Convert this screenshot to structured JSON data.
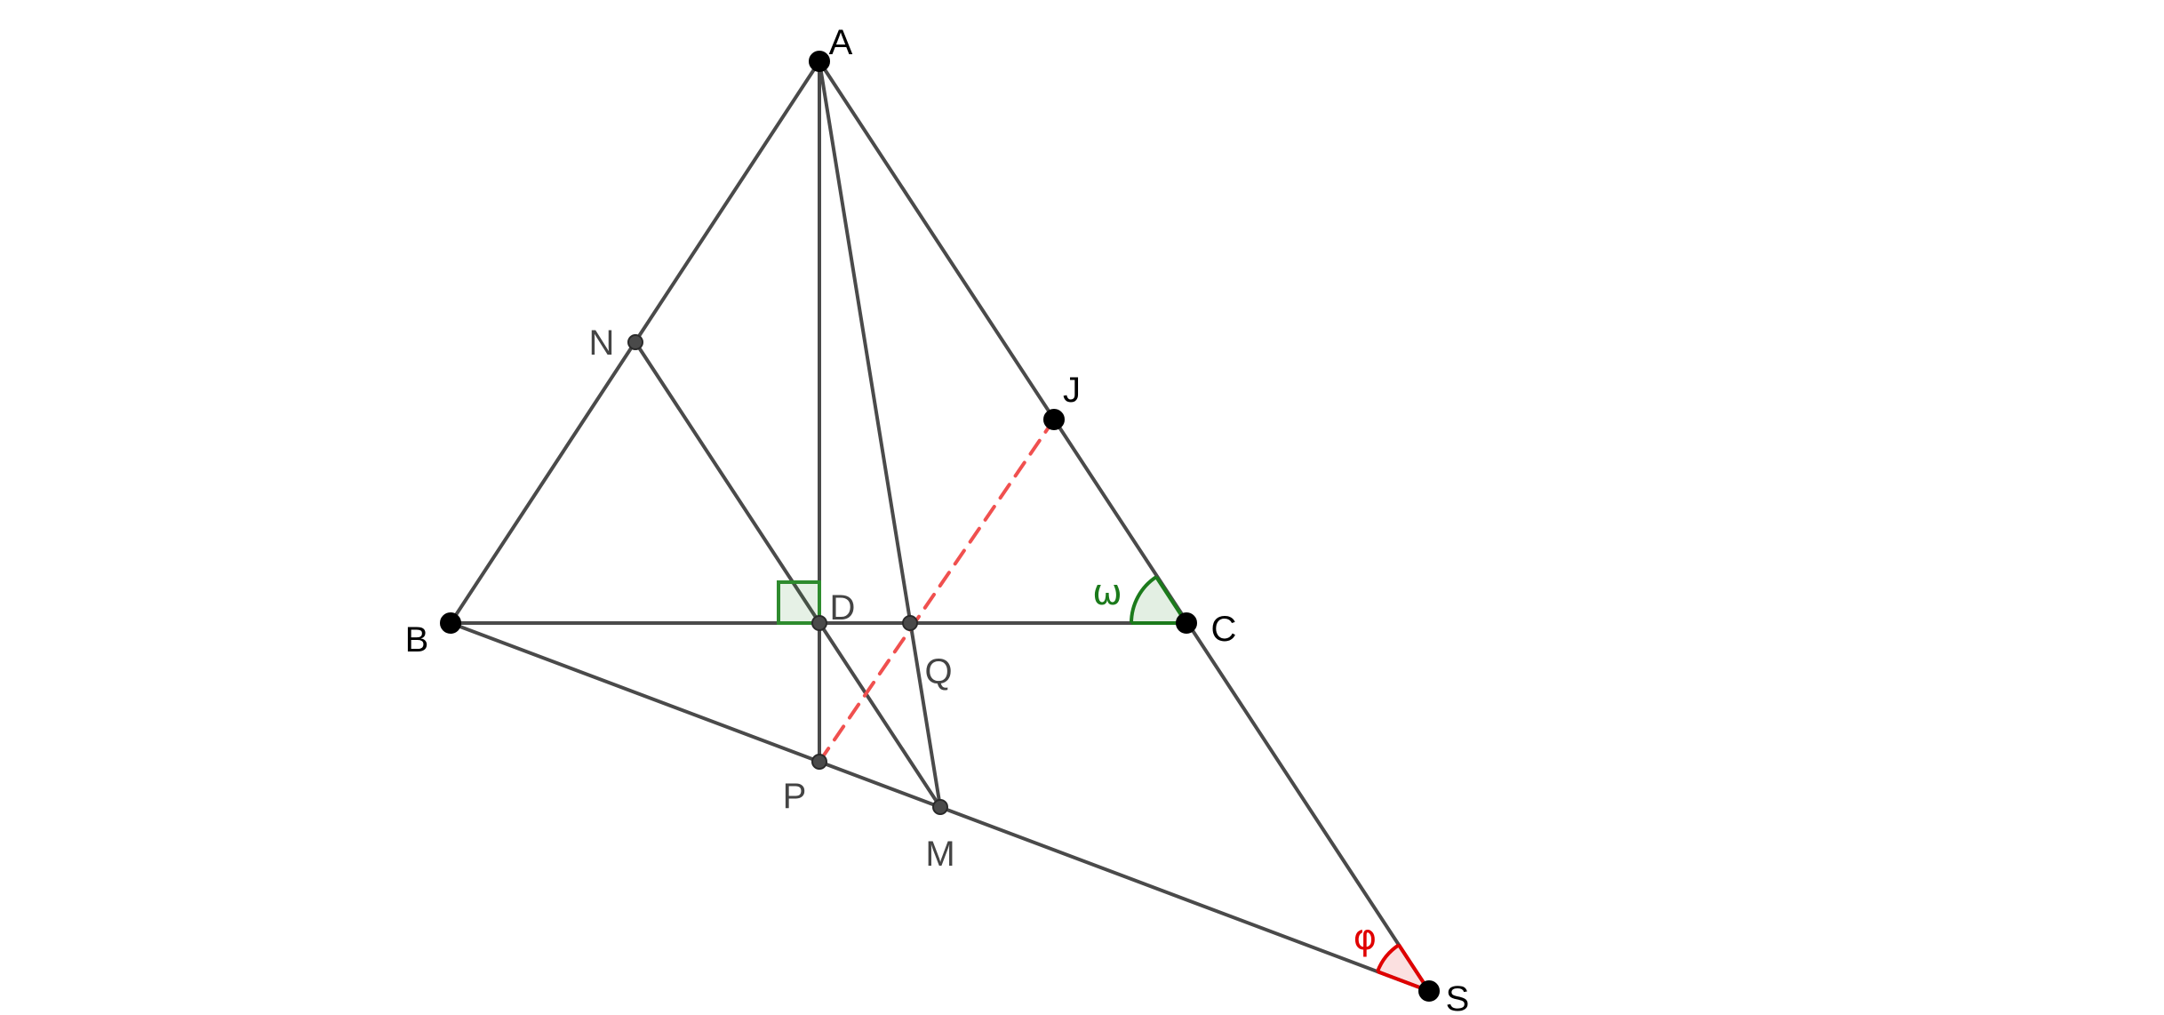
{
  "diagram": {
    "points": [
      {
        "id": "A",
        "label": "A",
        "style": "major"
      },
      {
        "id": "B",
        "label": "B",
        "style": "major"
      },
      {
        "id": "C",
        "label": "C",
        "style": "major"
      },
      {
        "id": "D",
        "label": "D",
        "style": "minor"
      },
      {
        "id": "N",
        "label": "N",
        "style": "minor"
      },
      {
        "id": "J",
        "label": "J",
        "style": "major"
      },
      {
        "id": "Q",
        "label": "Q",
        "style": "minor"
      },
      {
        "id": "P",
        "label": "P",
        "style": "minor"
      },
      {
        "id": "M",
        "label": "M",
        "style": "minor"
      },
      {
        "id": "S",
        "label": "S",
        "style": "major"
      }
    ],
    "segments": [
      {
        "from": "A",
        "to": "B",
        "style": "solid"
      },
      {
        "from": "A",
        "to": "S",
        "style": "solid"
      },
      {
        "from": "B",
        "to": "C",
        "style": "solid"
      },
      {
        "from": "B",
        "to": "S",
        "style": "solid"
      },
      {
        "from": "A",
        "to": "P",
        "style": "solid"
      },
      {
        "from": "N",
        "to": "M",
        "style": "solid"
      },
      {
        "from": "A",
        "to": "M",
        "style": "solid"
      },
      {
        "from": "P",
        "to": "J",
        "style": "dashed"
      }
    ],
    "angles": [
      {
        "id": "omega",
        "label": "ω",
        "vertex": "C",
        "color": "#1b7a1b"
      },
      {
        "id": "phi",
        "label": "φ",
        "vertex": "S",
        "color": "#e00000"
      }
    ],
    "right_angle": {
      "vertex": "D",
      "color": "#2e8b2e"
    },
    "colors": {
      "line": "#4a4a4a",
      "dashed": "#f0504f",
      "point": "#000000",
      "minor_point": "#4a4a4a",
      "label_major": "#000000",
      "label_minor": "#444444"
    }
  }
}
